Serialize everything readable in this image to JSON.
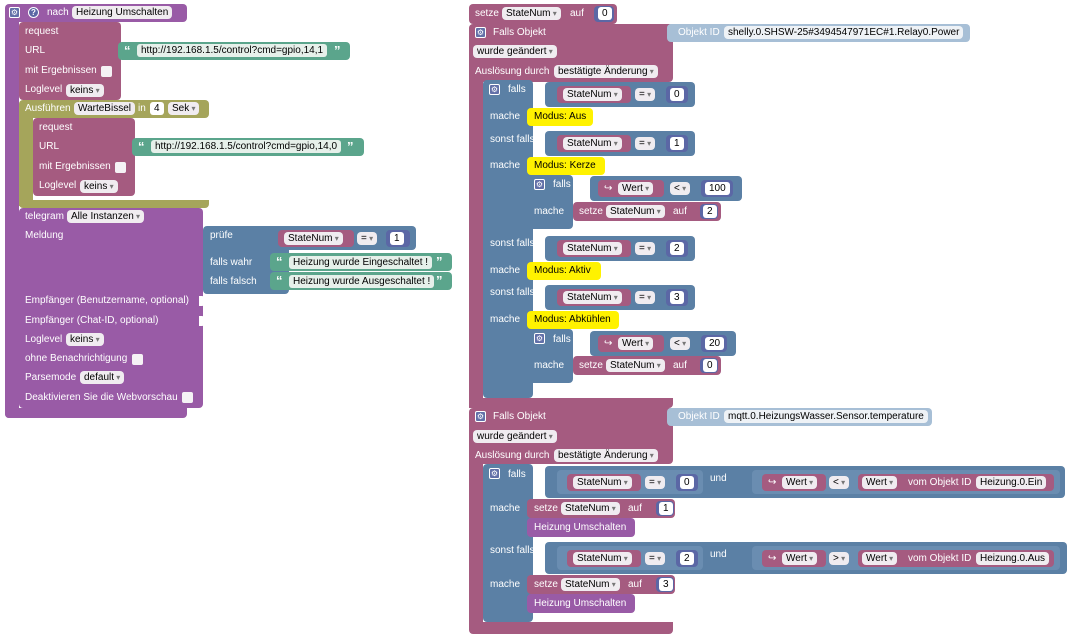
{
  "left_block": {
    "help_label": "?",
    "header_prefix": "nach",
    "function_name": "Heizung Umschalten",
    "request_label": "request",
    "url_label": "URL",
    "url_1": "http://192.168.1.5/control?cmd=gpio,14,1",
    "mit_ergebnissen_label": "mit Ergebnissen",
    "loglevel_label": "Loglevel",
    "loglevel_value": "keins",
    "ausfuehren_label": "Ausführen",
    "ausfuehren_var": "WarteBissel",
    "in_label": "in",
    "delay_value": "4",
    "delay_unit": "Sek",
    "url_2": "http://192.168.1.5/control?cmd=gpio,14,0",
    "telegram_label": "telegram",
    "telegram_instance": "Alle Instanzen",
    "meldung_label": "Meldung",
    "pruefe_label": "prüfe",
    "state_var": "StateNum",
    "op_eq": "=",
    "compare_value": "1",
    "falls_wahr_label": "falls wahr",
    "falls_wahr_text": "Heizung wurde Eingeschaltet !",
    "falls_falsch_label": "falls falsch",
    "falls_falsch_text": "Heizung wurde Ausgeschaltet !",
    "empfaenger_user_label": "Empfänger (Benutzername, optional)",
    "empfaenger_chat_label": "Empfänger (Chat-ID, optional)",
    "loglevel2_value": "keins",
    "ohne_label": "ohne Benachrichtigung",
    "parsemode_label": "Parsemode",
    "parsemode_value": "default",
    "deaktivieren_label": "Deaktivieren Sie die Webvorschau"
  },
  "right_block": {
    "setze_label": "setze",
    "auf_label": "auf",
    "init_var": "StateNum",
    "init_value": "0",
    "falls_objekt_label": "Falls Objekt",
    "objekt_id_label": "Objekt ID",
    "object_id_1": "shelly.0.SHSW-25#3494547971EC#1.Relay0.Power",
    "wurde_geaendert": "wurde geändert",
    "ausloesung_label": "Auslösung durch",
    "ausloesung_value": "bestätigte Änderung",
    "falls_label": "falls",
    "mache_label": "mache",
    "sonst_falls_label": "sonst falls",
    "state_var": "StateNum",
    "op_eq": "=",
    "op_lt": "<",
    "op_gt": ">",
    "wert_label": "Wert",
    "v0": "0",
    "v1": "1",
    "v2": "2",
    "v3": "3",
    "v100": "100",
    "v20": "20",
    "modus_aus": "Modus: Aus",
    "modus_kerze": "Modus: Kerze",
    "modus_aktiv": "Modus: Aktiv",
    "modus_abkuehlen": "Modus: Abkühlen",
    "object_id_2": "mqtt.0.HeizungsWasser.Sensor.temperature",
    "und_label": "und",
    "vom_objekt_label": "vom Objekt ID",
    "heizung_ein": "Heizung.0.Ein",
    "heizung_aus": "Heizung.0.Aus",
    "heizung_umschalten": "Heizung Umschalten"
  },
  "colors": {
    "procedure": "#995ba6",
    "request": "#a55b80",
    "logic": "#5b80a5",
    "timeout": "#a5a55b",
    "text": "#5ba58c",
    "debug": "#fff200"
  }
}
